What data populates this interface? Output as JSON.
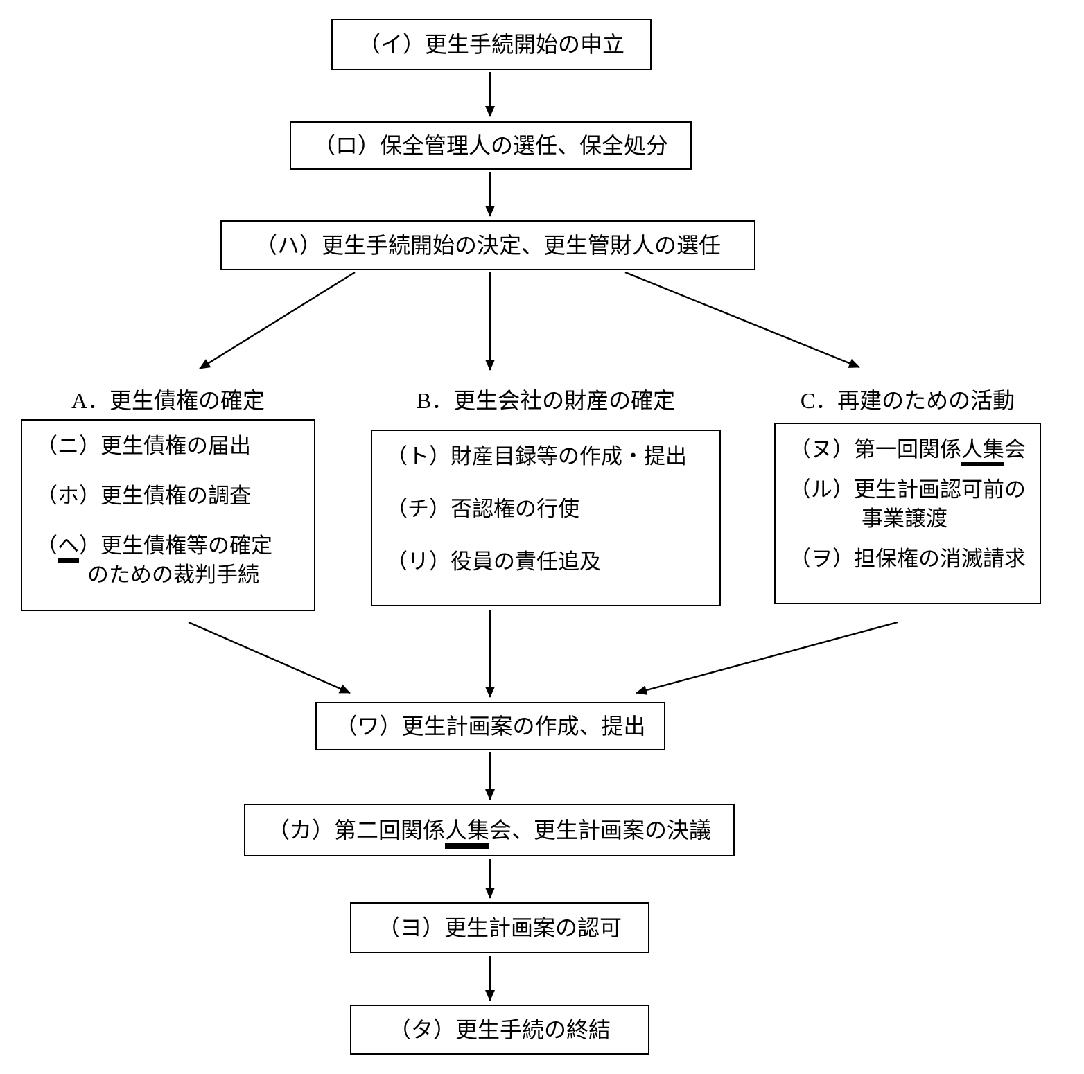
{
  "diagram": {
    "top_chain": {
      "filing": "（イ）更生手続開始の申立",
      "preservation": "（ロ）保全管理人の選任、保全処分",
      "commencement": "（ハ）更生手続開始の決定、更生管財人の選任"
    },
    "branch_a": {
      "heading": "A．更生債権の確定",
      "item1": "（ニ）更生債権の届出",
      "item2": "（ホ）更生債権の調査",
      "item3_pre": "（",
      "item3_underline": "ヘ",
      "item3_post": "）更生債権等の確定",
      "item3_line2": "のための裁判手続"
    },
    "branch_b": {
      "heading": "B．更生会社の財産の確定",
      "item1": "（ト）財産目録等の作成・提出",
      "item2": "（チ）否認権の行使",
      "item3": "（リ）役員の責任追及"
    },
    "branch_c": {
      "heading": "C．再建のための活動",
      "item1_pre": "（ヌ）第一回関係",
      "item1_underline": "人集",
      "item1_post": "会",
      "item2_line1": "（ル）更生計画認可前の",
      "item2_line2": "事業譲渡",
      "item3": "（ヲ）担保権の消滅請求"
    },
    "bottom_chain": {
      "plan": "（ワ）更生計画案の作成、提出",
      "vote_pre": "（カ）第二回関係",
      "vote_underline": "人集",
      "vote_post": "会、更生計画案の決議",
      "approval": "（ヨ）更生計画案の認可",
      "conclusion": "（タ）更生手続の終結"
    }
  },
  "colors": {
    "ink": "#000000",
    "background": "#ffffff"
  }
}
